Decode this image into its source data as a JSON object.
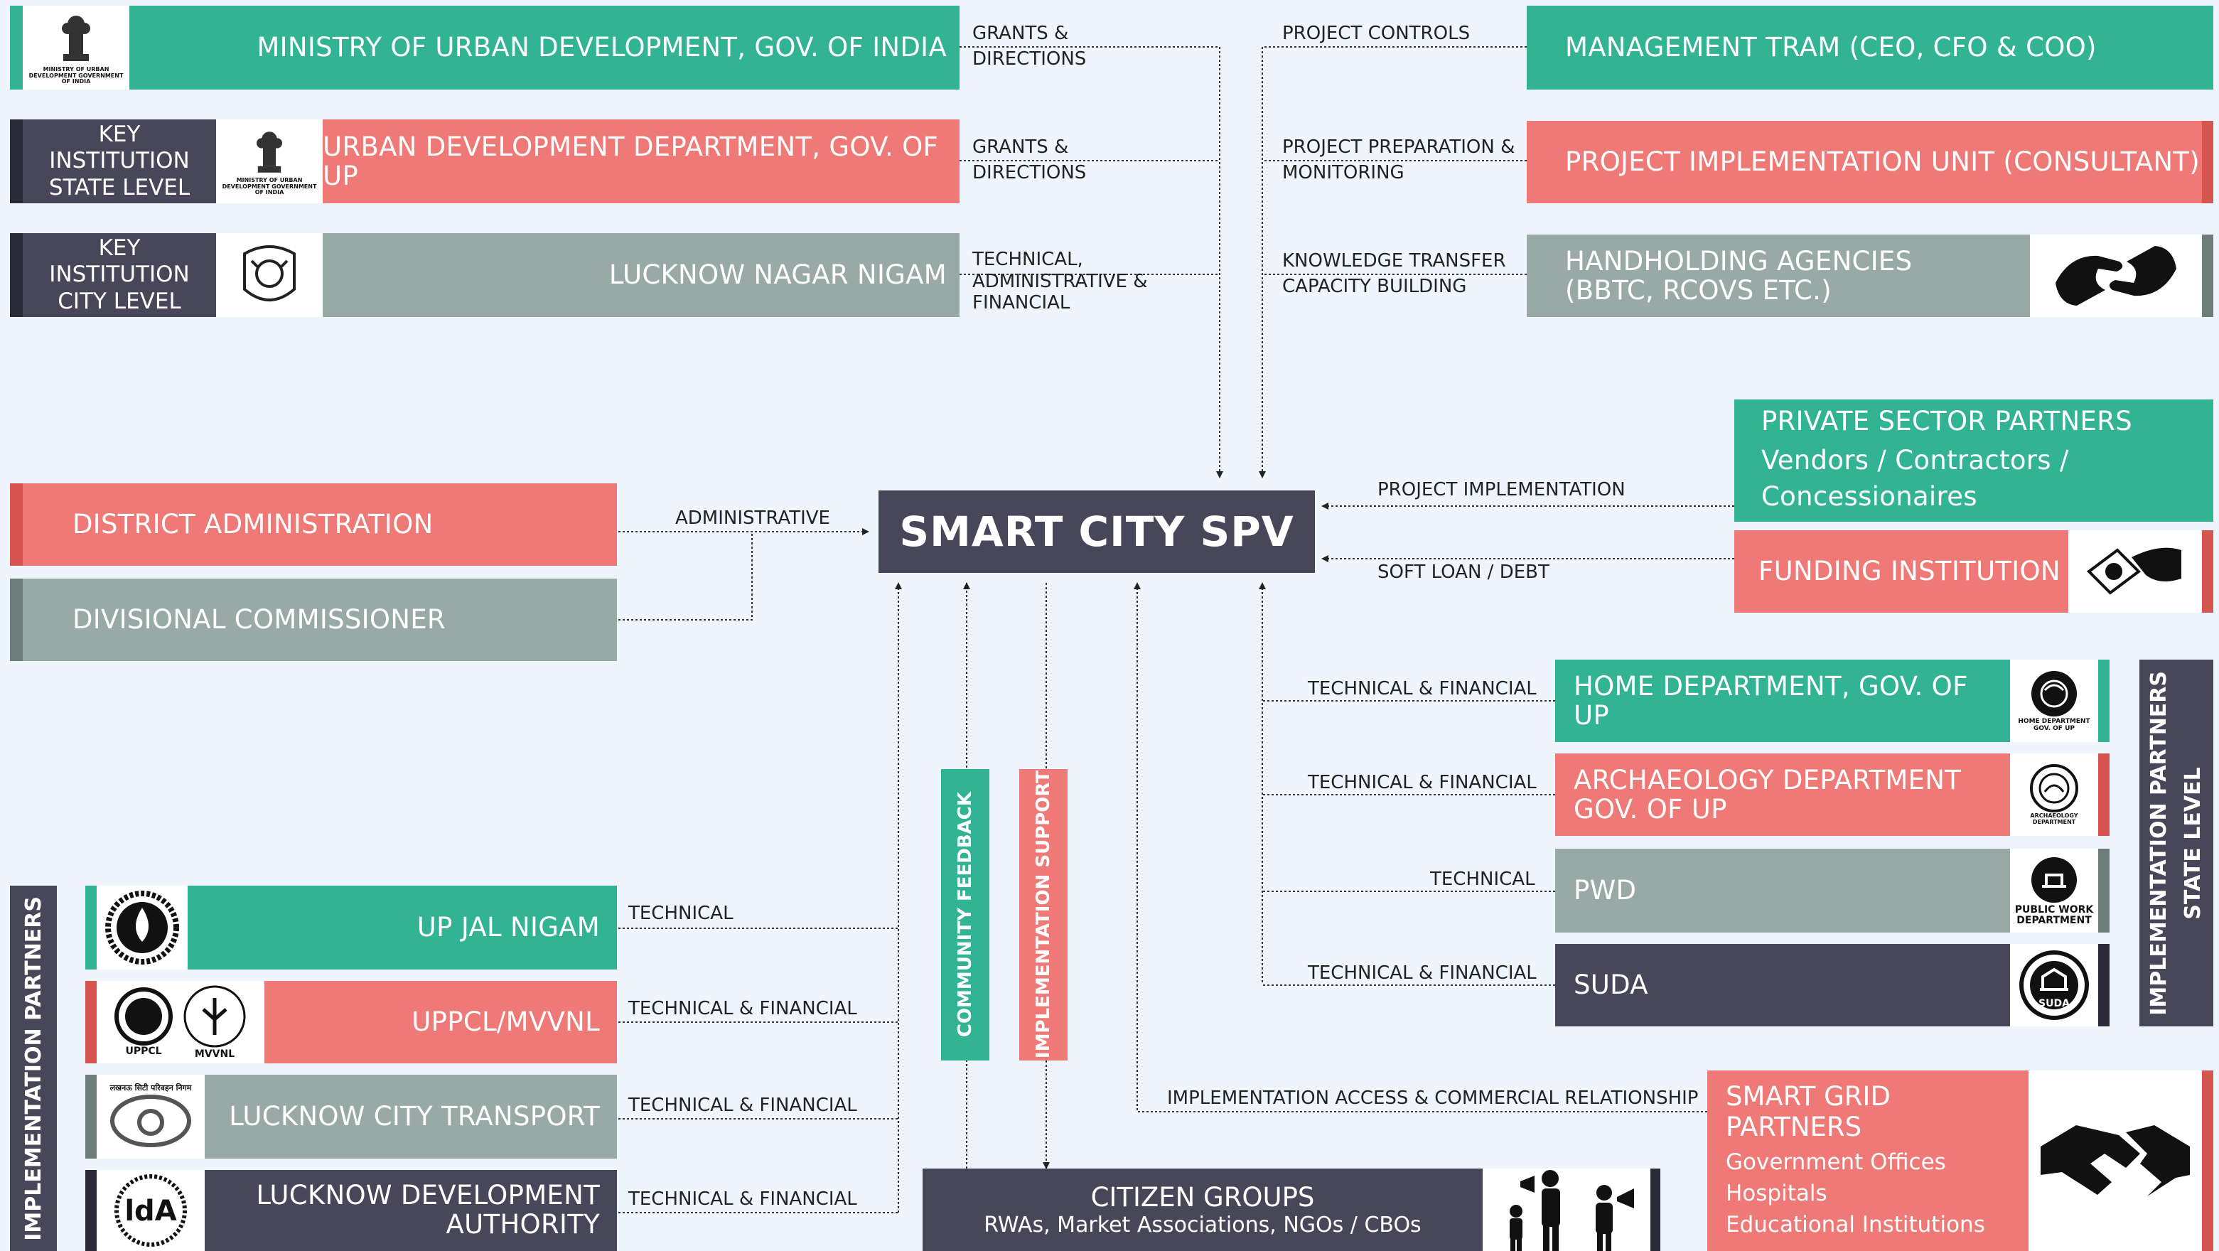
{
  "center": {
    "title": "SMART CITY SPV"
  },
  "left_top": {
    "ministry": "MINISTRY OF URBAN DEVELOPMENT, GOV. OF INDIA",
    "ministry_emblem_caption": "MINISTRY OF URBAN DEVELOPMENT GOVERNMENT OF INDIA",
    "state_badge": "KEY INSTITUTION STATE LEVEL",
    "udd": "URBAN DEVELOPMENT DEPARTMENT, GOV. OF UP",
    "udd_emblem_caption": "MINISTRY OF URBAN DEVELOPMENT GOVERNMENT OF INDIA",
    "city_badge": "KEY INSTITUTION CITY LEVEL",
    "nagar_nigam": "LUCKNOW NAGAR NIGAM"
  },
  "left_top_labels": {
    "grants1": "GRANTS &\nDIRECTIONS",
    "grants2": "GRANTS &\nDIRECTIONS",
    "technical": "TECHNICAL,\nADMINISTRATIVE &\nFINANCIAL"
  },
  "right_top": {
    "management": "MANAGEMENT TRAM (CEO, CFO & COO)",
    "piu": "PROJECT IMPLEMENTATION UNIT (CONSULTANT)",
    "handholding": "HANDHOLDING AGENCIES\n(BBTC, RCOVS ETC.)"
  },
  "right_top_labels": {
    "controls": "PROJECT CONTROLS",
    "preparation": "PROJECT PREPARATION &\nMONITORING",
    "knowledge": "KNOWLEDGE TRANSFER\nCAPACITY BUILDING"
  },
  "left_mid": {
    "district": "DISTRICT ADMINISTRATION",
    "divisional": "DIVISIONAL COMMISSIONER",
    "administrative_label": "ADMINISTRATIVE"
  },
  "right_mid": {
    "private_title": "PRIVATE SECTOR PARTNERS",
    "private_sub": "Vendors / Contractors /\nConcessionaires",
    "funding": "FUNDING INSTITUTION",
    "project_impl_label": "PROJECT IMPLEMENTATION",
    "soft_loan_label": "SOFT LOAN / DEBT"
  },
  "state_partners": {
    "side_label": "IMPLEMENTATION PARTNERS\nSTATE LEVEL",
    "home": "HOME DEPARTMENT, GOV. OF UP",
    "home_caption": "HOME DEPARTMENT\nGOV. OF UP",
    "archaeology": "ARCHAEOLOGY DEPARTMENT\nGOV. OF UP",
    "archaeology_caption": "ARCHAEOLOGY DEPARTMENT",
    "pwd": "PWD",
    "pwd_caption": "PUBLIC WORK\nDEPARTMENT",
    "suda": "SUDA",
    "suda_seal_text": "SUDA",
    "label_home": "TECHNICAL & FINANCIAL",
    "label_arch": "TECHNICAL & FINANCIAL",
    "label_pwd": "TECHNICAL",
    "label_suda": "TECHNICAL & FINANCIAL"
  },
  "city_partners": {
    "side_label": "IMPLEMENTATION PARTNERS",
    "jal_nigam": "UP JAL NIGAM",
    "uppcl": "UPPCL/MVVNL",
    "uppcl_logo1": "UPPCL",
    "uppcl_logo2": "MVVNL",
    "transport": "LUCKNOW CITY TRANSPORT",
    "ltc_logo_text": "लखनऊ सिटी परिवहन निगम",
    "lda": "LUCKNOW DEVELOPMENT\nAUTHORITY",
    "lda_seal_text": "ldA",
    "label_jal": "TECHNICAL",
    "label_uppcl": "TECHNICAL & FINANCIAL",
    "label_transport": "TECHNICAL & FINANCIAL",
    "label_lda": "TECHNICAL & FINANCIAL"
  },
  "center_bars": {
    "community": "COMMUNITY FEEDBACK",
    "support": "IMPLEMENTATION SUPPORT"
  },
  "bottom": {
    "citizen_title": "CITIZEN GROUPS",
    "citizen_sub": "RWAs, Market Associations, NGOs / CBOs",
    "access_label": "IMPLEMENTATION ACCESS & COMMERCIAL RELATIONSHIP",
    "smart_grid_title": "SMART GRID PARTNERS",
    "smart_grid_items": [
      "Government Offices",
      "Hospitals",
      "Educational Institutions"
    ]
  },
  "colors": {
    "teal": "#31b394",
    "coral": "#ee7976",
    "grey": "#99a9a6",
    "dark": "#484759",
    "background": "#eff5fd"
  }
}
